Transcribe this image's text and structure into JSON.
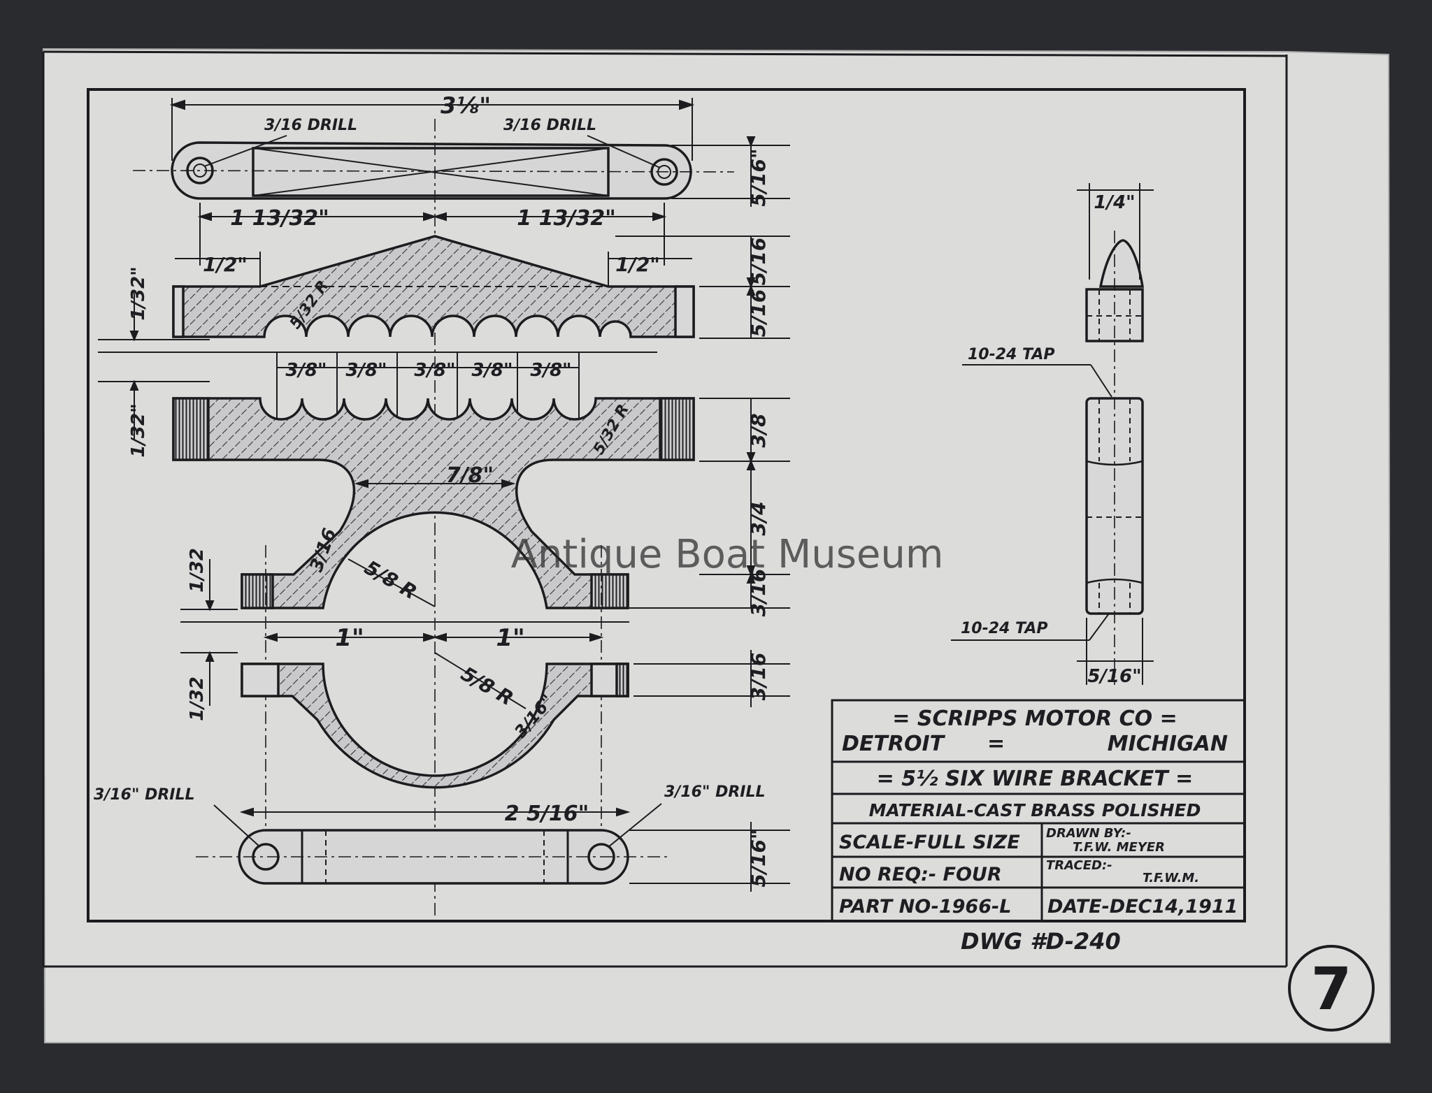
{
  "watermark": "Antique Boat Museum",
  "sheet_number": "7",
  "drawing_number": "DWG #D-240",
  "title_block": {
    "company": "= SCRIPPS MOTOR CO =",
    "city": "DETROIT",
    "state": "MICHIGAN",
    "part_name": "= 5½ SIX WIRE BRACKET =",
    "material": "MATERIAL-CAST BRASS POLISHED",
    "scale": "SCALE-FULL SIZE",
    "drawn_by_label": "DRAWN BY:-",
    "drawn_by": "T.F.W. MEYER",
    "quantity": "NO REQ:- FOUR",
    "traced_label": "TRACED:-",
    "traced_by": "T.F.W.M.",
    "part_no": "PART NO-1966-L",
    "date": "DATE-DEC14,1911"
  },
  "annotations": {
    "drill_3_16_a": "3/16 DRILL",
    "drill_3_16_b": "3/16 DRILL",
    "drill_3_16_c": "3/16\" DRILL",
    "drill_3_16_d": "3/16\" DRILL",
    "tap_1": "10-24 TAP",
    "tap_2": "10-24 TAP"
  },
  "dimensions": {
    "overall_length": "3⅛\"",
    "half_left": "1 13/32\"",
    "half_right": "1 13/32\"",
    "top_thickness": "5/16\"",
    "web_half_left": "1/2\"",
    "web_half_right": "1/2\"",
    "upper_5_16_a": "5/16",
    "upper_5_16_b": "5/16",
    "gap_1_32_a": "1/32\"",
    "groove_radius_a": "5/32 R",
    "pitch_1": "3/8\"",
    "pitch_2": "3/8\"",
    "pitch_3": "3/8\"",
    "pitch_4": "3/8\"",
    "pitch_5": "3/8\"",
    "gap_1_32_b": "1/32\"",
    "groove_radius_b": "5/32 R",
    "lower_3_8": "3/8",
    "neck_width": "7/8\"",
    "arch_3_4": "3/4",
    "wall_3_16_a": "3/16",
    "bore_radius_a": "5/8 R",
    "gap_1_32_c": "1/32",
    "foot_3_16": "3/16",
    "half_1_left": "1\"",
    "half_1_right": "1\"",
    "bore_radius_b": "5/8 R",
    "wall_3_16_b": "3/16\"",
    "cap_3_16": "3/16",
    "gap_1_32_d": "1/32",
    "base_span": "2 5/16\"",
    "base_thickness": "5/16\"",
    "side_top_width": "1/4\"",
    "side_bottom_width": "5/16\""
  }
}
